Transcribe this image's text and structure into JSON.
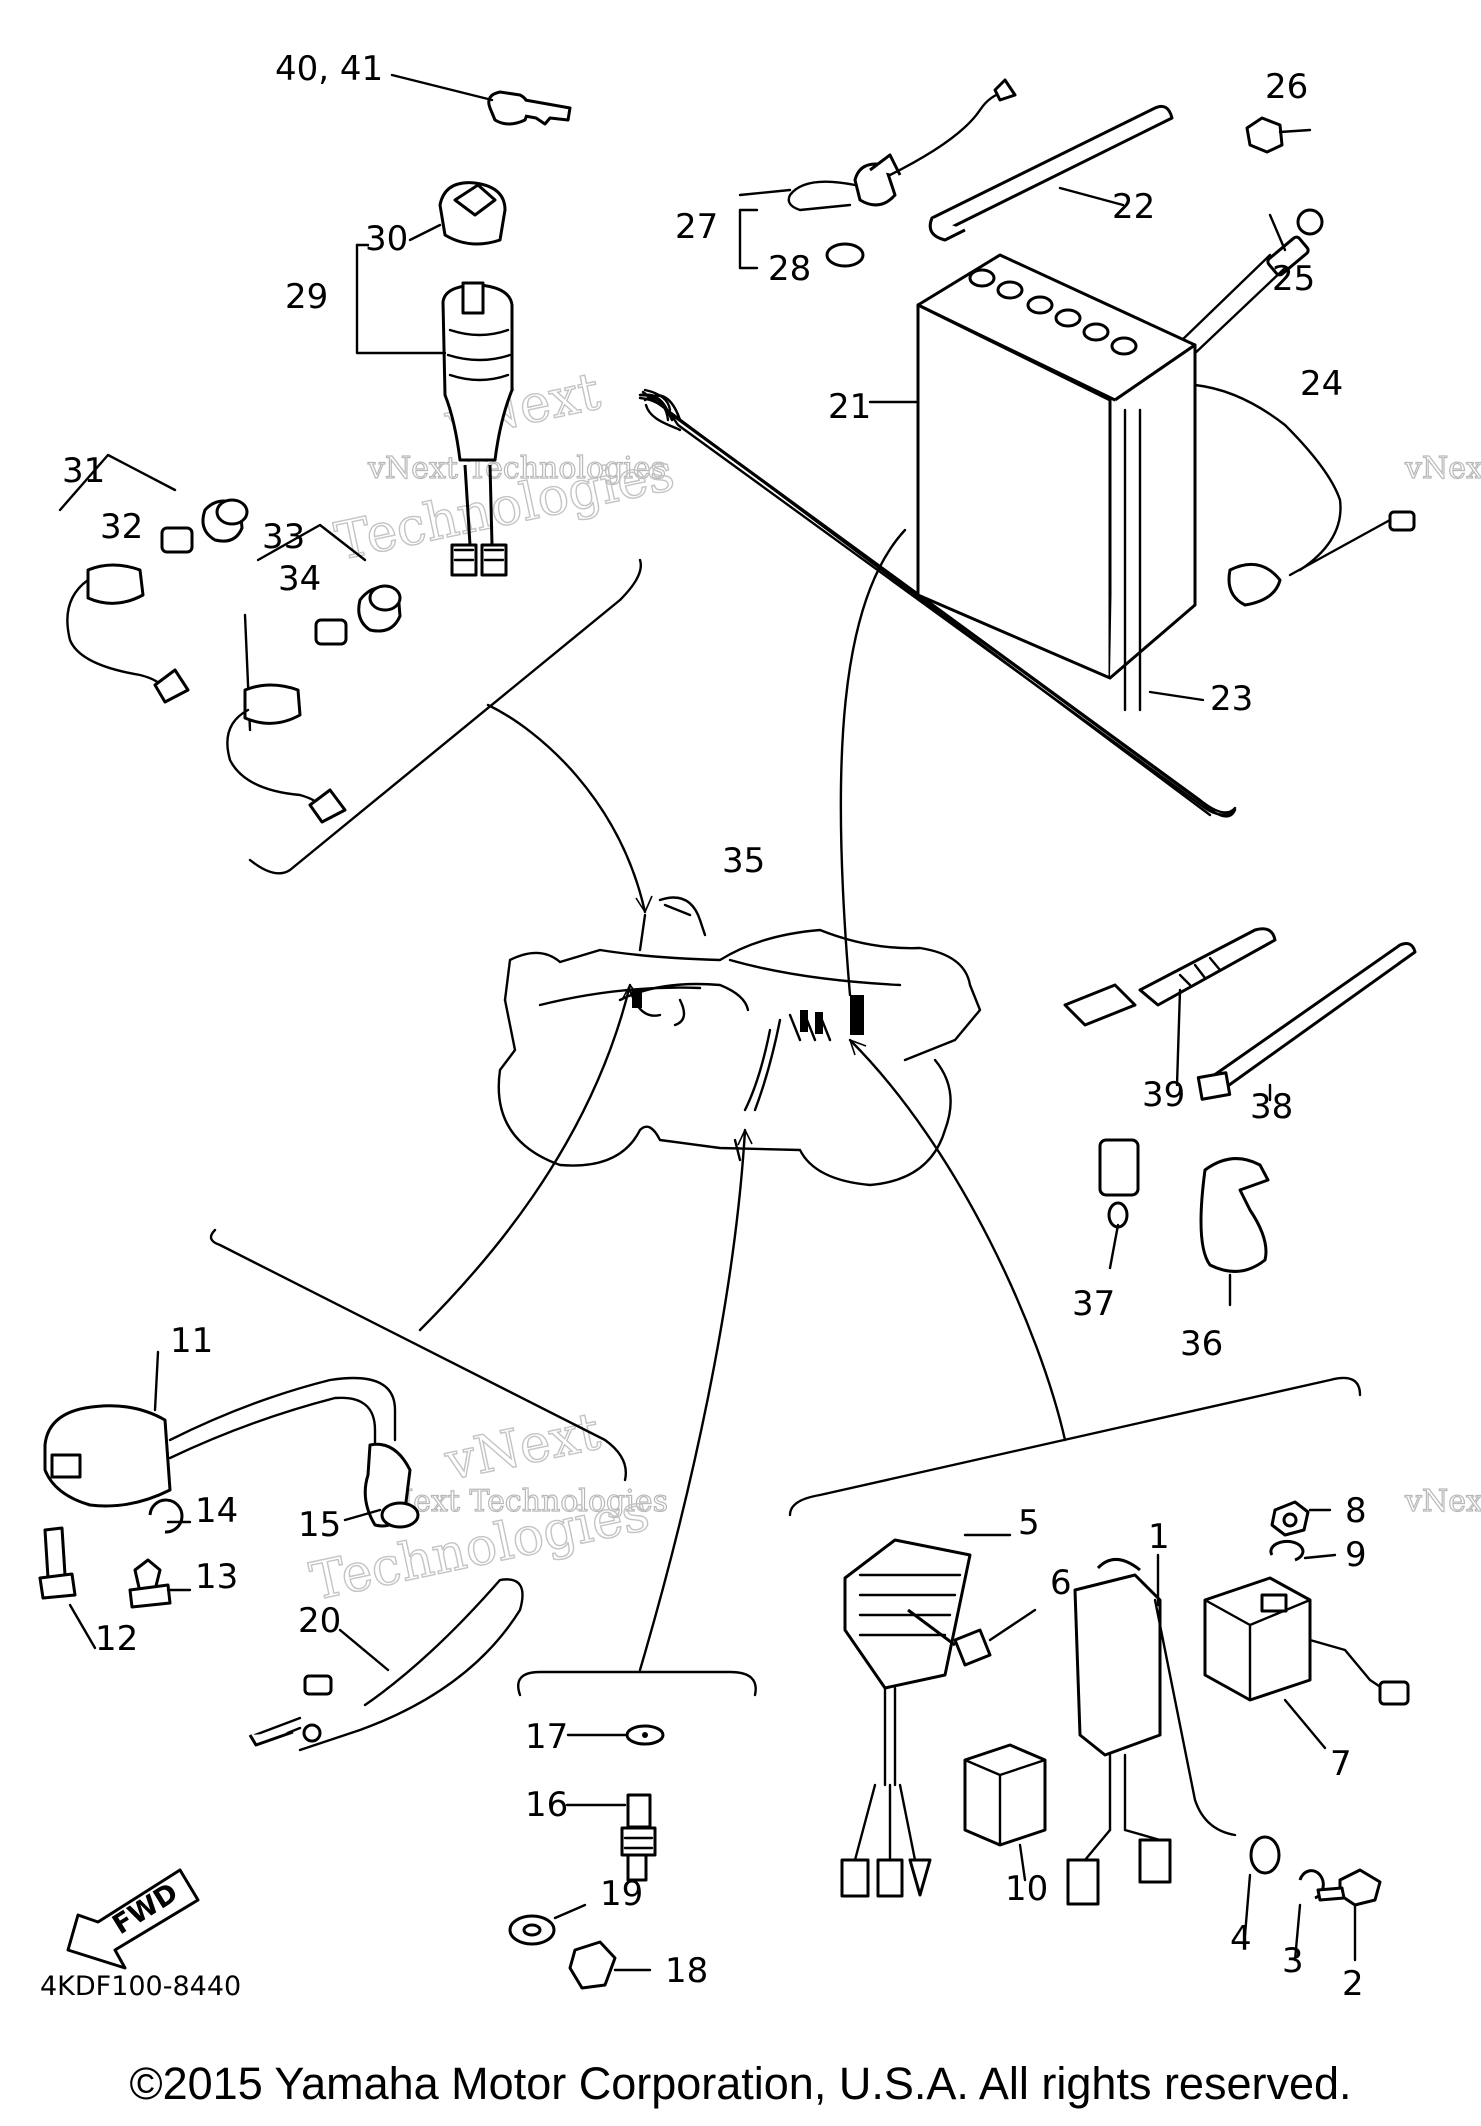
{
  "diagram": {
    "drawing_code": "4KDF100-8440",
    "fwd_label": "FWD",
    "watermark_text": "vNext Technologies",
    "watermark_short": "vNext",
    "watermark_big": "Technologies",
    "callouts": {
      "c1": "1",
      "c2": "2",
      "c3": "3",
      "c4": "4",
      "c5": "5",
      "c6": "6",
      "c7": "7",
      "c8": "8",
      "c9": "9",
      "c10": "10",
      "c11": "11",
      "c12": "12",
      "c13": "13",
      "c14": "14",
      "c15": "15",
      "c16": "16",
      "c17": "17",
      "c18": "18",
      "c19": "19",
      "c20": "20",
      "c21": "21",
      "c22": "22",
      "c23": "23",
      "c24": "24",
      "c25": "25",
      "c26": "26",
      "c27": "27",
      "c28": "28",
      "c29": "29",
      "c30": "30",
      "c31": "31",
      "c32": "32",
      "c33": "33",
      "c34": "34",
      "c35": "35",
      "c36": "36",
      "c37": "37",
      "c38": "38",
      "c39": "39",
      "c40_41": "40, 41"
    }
  },
  "footer": {
    "copyright": "©2015 Yamaha Motor Corporation, U.S.A. All rights reserved."
  }
}
